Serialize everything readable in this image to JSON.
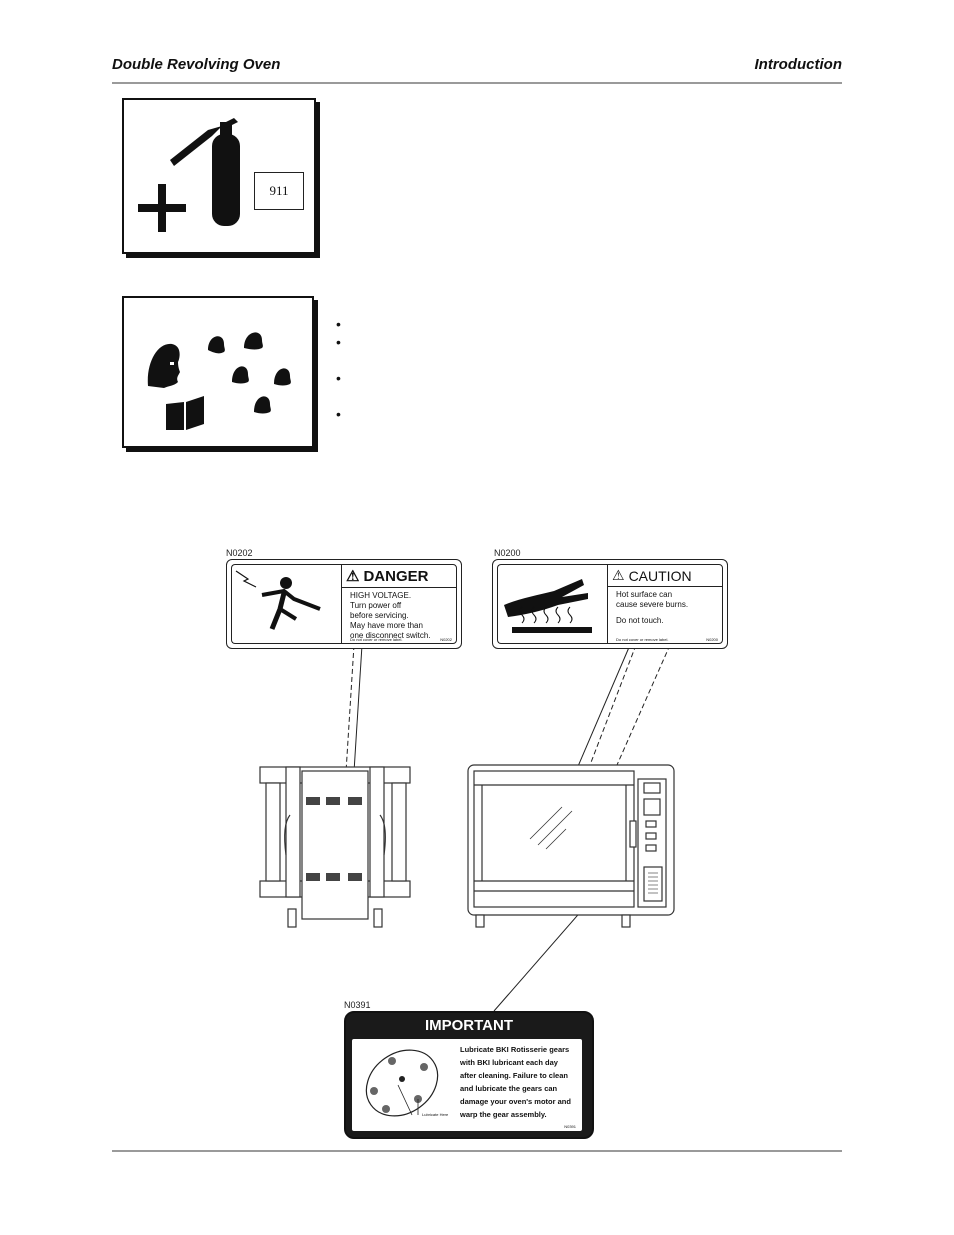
{
  "header": {
    "left": "Double Revolving Oven",
    "right": "Introduction"
  },
  "emergency_panel": {
    "icons": [
      "first-aid-plus-icon",
      "fire-extinguisher-icon"
    ],
    "phone_label": "911"
  },
  "training_panel": {
    "icons": [
      "trainer-head-icon",
      "trainee-head-icon",
      "manual-book-icon"
    ]
  },
  "bullets": {
    "count": 4
  },
  "labels": {
    "danger": {
      "code": "N0202",
      "title": "DANGER",
      "lines": [
        "HIGH VOLTAGE.",
        "Turn power off",
        "before servicing.",
        "May have more than",
        "one disconnect switch."
      ],
      "fine": "Do not cover or remove label.",
      "fine_code": "N0202"
    },
    "caution": {
      "code": "N0200",
      "title": "CAUTION",
      "lines": [
        "Hot surface can",
        "cause severe burns.",
        "",
        "Do not touch."
      ],
      "fine": "Do not cover or remove label.",
      "fine_code": "N0200"
    },
    "important": {
      "code": "N0391",
      "title": "IMPORTANT",
      "lines": [
        "Lubricate BKI Rotisserie gears",
        "with BKI lubricant each day",
        "after cleaning.  Failure to clean",
        "and lubricate the gears can",
        "damage your oven's motor and",
        "warp the gear assembly."
      ],
      "callout": "Lubricate Here",
      "fine_code": "N0391"
    }
  },
  "colors": {
    "ink": "#111111",
    "rule": "#9a9a9a"
  }
}
